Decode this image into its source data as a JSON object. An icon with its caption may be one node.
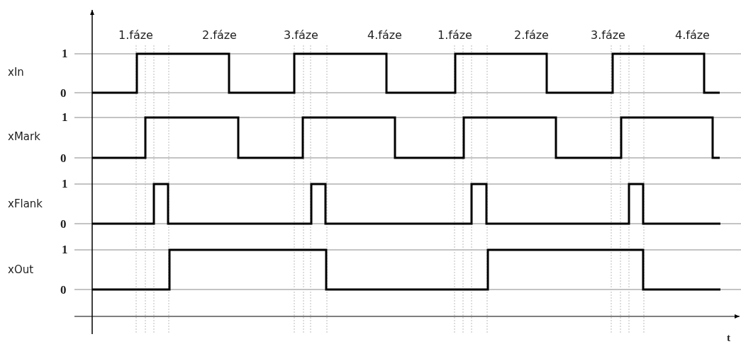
{
  "diagram": {
    "labels": [
      "1.fáze",
      "2.fáze",
      "3.fáze",
      "4.fáze",
      "1.fáze",
      "2.fáze",
      "3.fáze",
      "4.fáze",
      "1",
      "xIn",
      "0",
      "1",
      "xMark",
      "0",
      "1",
      "xFlank",
      "0",
      "1",
      "xOut",
      "0",
      "t"
    ]
  }
}
